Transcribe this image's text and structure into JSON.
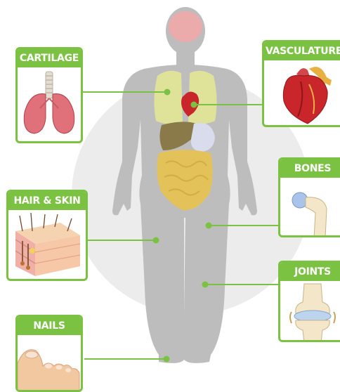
{
  "labels": {
    "cartilage": "CARTILAGE",
    "vasculature": "VASCULATURE",
    "hair_skin": "HAIR & SKIN",
    "bones": "BONES",
    "joints": "JOINTS",
    "nails": "NAILS"
  },
  "colors": {
    "accent": "#7cc242",
    "body": "#bdbdbd",
    "background_circle": "#ececec",
    "lungs": "#dfe39a",
    "liver": "#8a7a4a",
    "stomach": "#d8dcec",
    "intestines": "#e3c25a",
    "heart": "#c8262a",
    "brain": "#f0a8a8"
  },
  "icons": {
    "cartilage": "lungs-trachea-icon",
    "vasculature": "heart-icon",
    "hair_skin": "skin-cross-section-icon",
    "bones": "femur-bone-icon",
    "joints": "knee-joint-icon",
    "nails": "toes-icon"
  }
}
